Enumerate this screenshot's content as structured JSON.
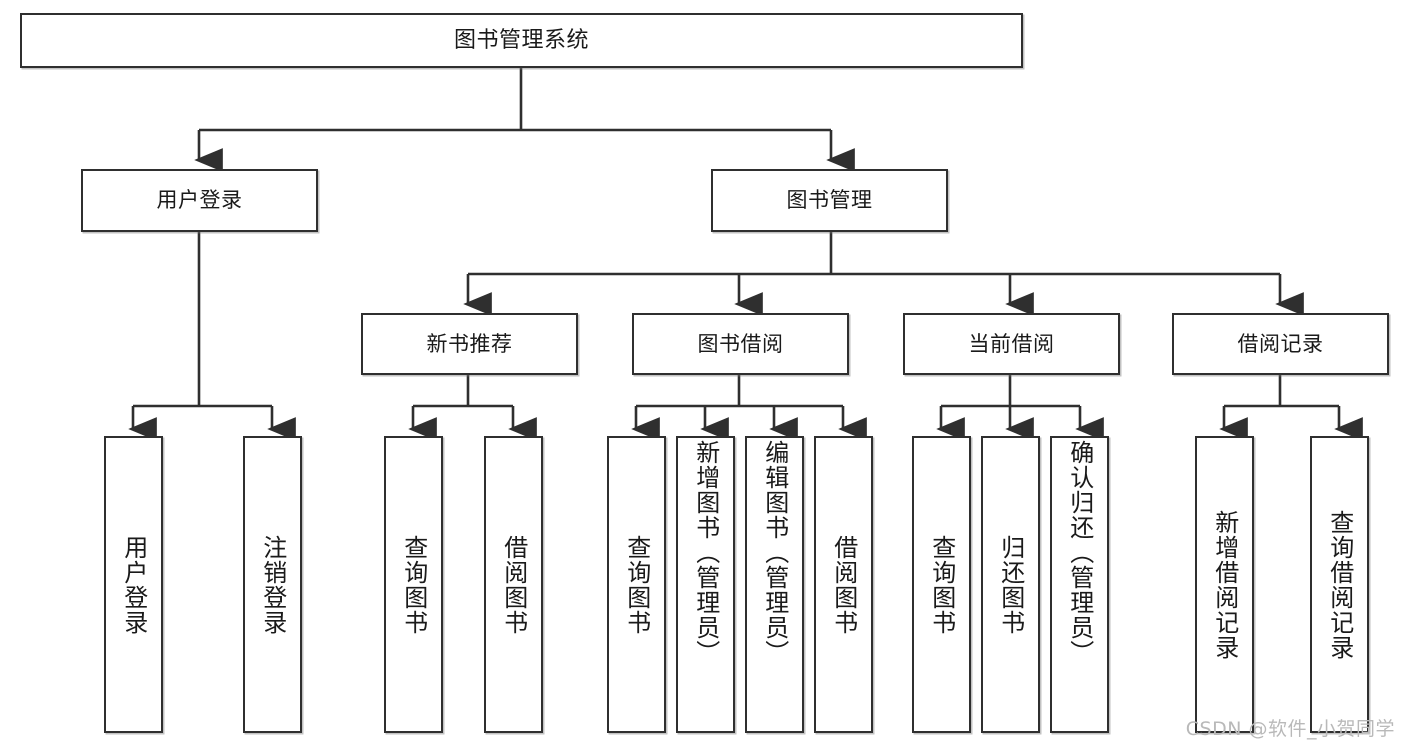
{
  "diagram": {
    "title": "图书管理系统",
    "type": "tree",
    "watermark": "CSDN @软件_小贺同学",
    "colors": {
      "box_border": "#2f2f2f",
      "box_fill": "#ffffff",
      "edge": "#2f2f2f",
      "watermark": "#b9b9b9",
      "background": "#ffffff"
    },
    "root": {
      "label": "图书管理系统"
    },
    "level2": [
      {
        "label": "用户登录"
      },
      {
        "label": "图书管理"
      }
    ],
    "level3": [
      {
        "label": "新书推荐"
      },
      {
        "label": "图书借阅"
      },
      {
        "label": "当前借阅"
      },
      {
        "label": "借阅记录"
      }
    ],
    "leaves": {
      "user_login": [
        {
          "label": "用户登录"
        },
        {
          "label": "注销登录"
        }
      ],
      "new_book_recommend": [
        {
          "label": "查询图书"
        },
        {
          "label": "借阅图书"
        }
      ],
      "book_borrow": [
        {
          "label": "查询图书"
        },
        {
          "label": "新增图书（管理员）"
        },
        {
          "label": "编辑图书（管理员）"
        },
        {
          "label": "借阅图书"
        }
      ],
      "current_borrow": [
        {
          "label": "查询图书"
        },
        {
          "label": "归还图书"
        },
        {
          "label": "确认归还（管理员）"
        }
      ],
      "borrow_record": [
        {
          "label": "新增借阅记录"
        },
        {
          "label": "查询借阅记录"
        }
      ]
    }
  }
}
